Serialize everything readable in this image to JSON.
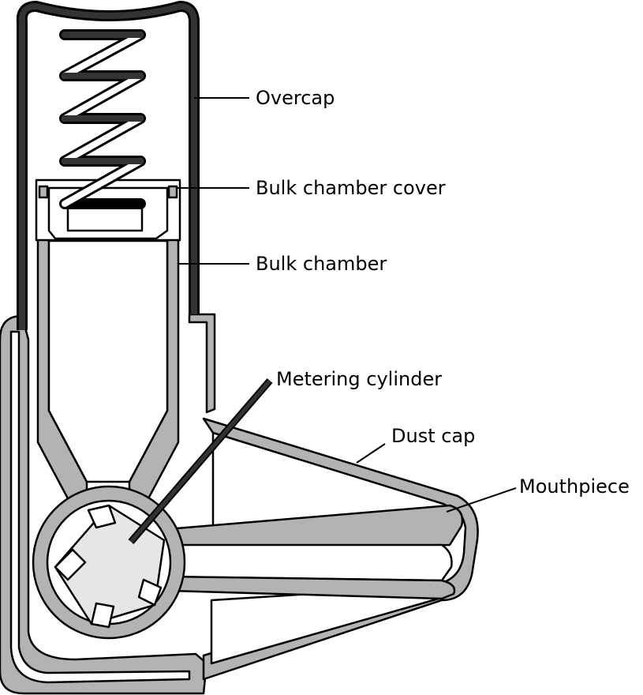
{
  "labels": {
    "overcap": "Overcap",
    "bulk_chamber_cover": "Bulk chamber cover",
    "bulk_chamber": "Bulk chamber",
    "metering_cylinder": "Metering cylinder",
    "dust_cap": "Dust cap",
    "mouthpiece": "Mouthpiece"
  },
  "colors": {
    "outline": "#000000",
    "wall_grey": "#b3b3b3",
    "light_fill": "#e6e6e6",
    "overcap_dark": "#333333",
    "background": "#ffffff"
  }
}
